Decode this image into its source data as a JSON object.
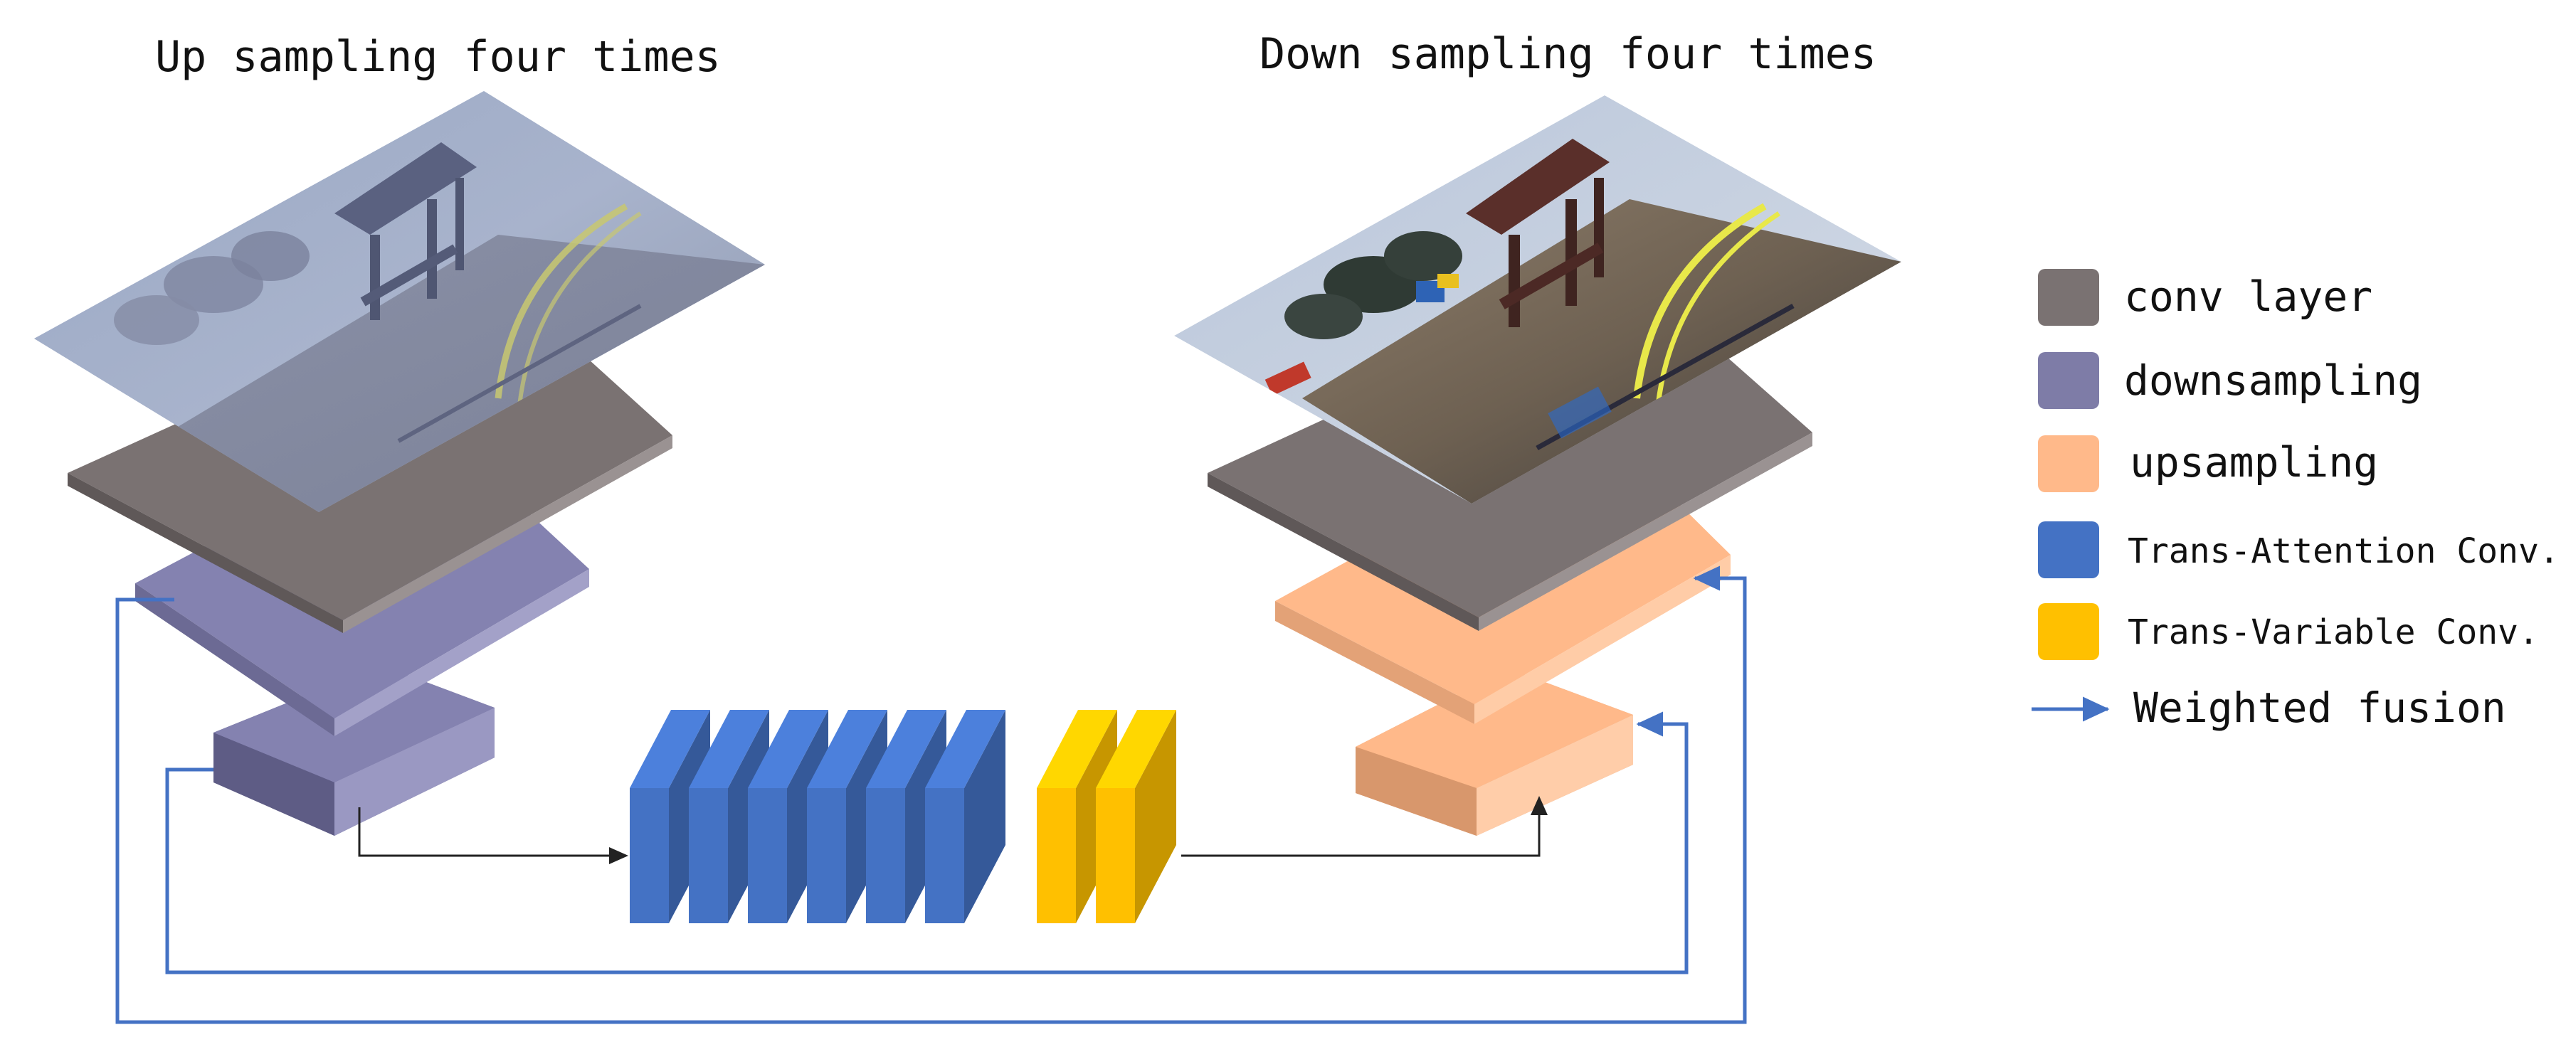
{
  "titles": {
    "left": "Up sampling four times",
    "right": "Down sampling four times"
  },
  "legend": [
    {
      "label": "conv layer",
      "color": "#7a7272"
    },
    {
      "label": "downsampling",
      "color": "#7e7ca7"
    },
    {
      "label": "upsampling",
      "color": "#ffb98a"
    },
    {
      "label": "Trans-Attention Conv.",
      "color": "#4472c4"
    },
    {
      "label": "Trans-Variable Conv.",
      "color": "#ffc000"
    }
  ],
  "legend_arrow": {
    "label": "Weighted fusion",
    "color": "#4472c4"
  },
  "colors": {
    "conv": "#7a7272",
    "downsampling": "#7e7ca7",
    "upsampling": "#ffb98a",
    "trans_attention": "#4472c4",
    "trans_variable": "#ffc000",
    "fusion_arrow": "#4472c4",
    "flow_arrow": "#222222"
  },
  "images": {
    "left": {
      "description": "hazy playground photo",
      "icon": "hazy-photo-icon"
    },
    "right": {
      "description": "clear playground photo",
      "icon": "clear-photo-icon"
    }
  },
  "blocks": {
    "trans_attention_count": 6,
    "trans_variable_count": 2
  }
}
